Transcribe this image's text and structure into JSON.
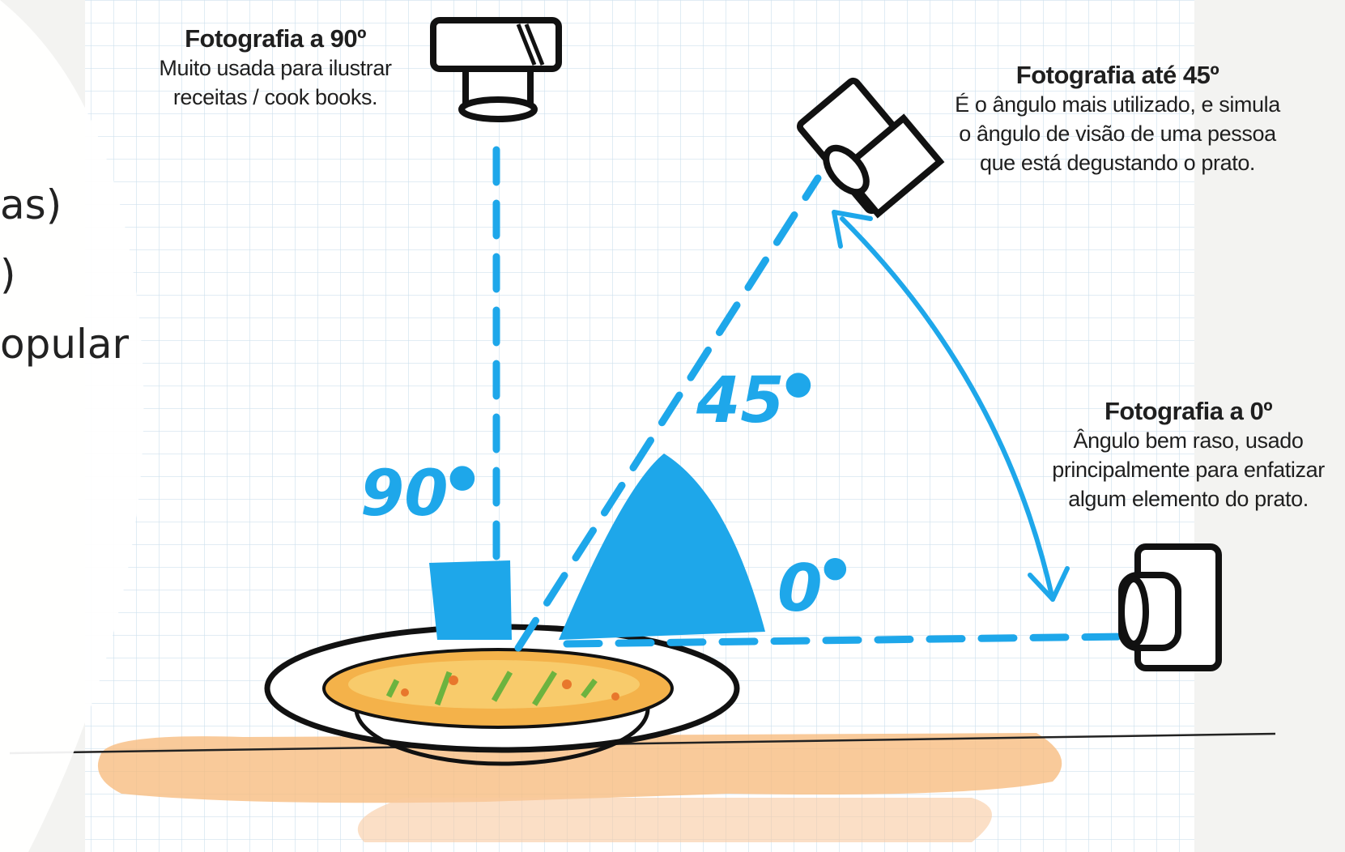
{
  "slide": {
    "fragments": [
      "as)",
      ")",
      "opular"
    ]
  },
  "diagram": {
    "camera_90": {
      "title": "Fotografia a 90º",
      "lines": [
        "Muito usada para ilustrar",
        "receitas / cook books."
      ]
    },
    "camera_45": {
      "title": "Fotografia até 45º",
      "lines": [
        "É o ângulo mais utilizado, e simula",
        "o ângulo de visão de uma pessoa",
        "que está degustando o prato."
      ]
    },
    "camera_0": {
      "title": "Fotografia a 0º",
      "lines": [
        "Ângulo bem raso, usado",
        "principalmente para enfatizar",
        "algum elemento do prato."
      ]
    },
    "angle_labels": {
      "a90": "90",
      "a45": "45",
      "a0": "0"
    },
    "colors": {
      "accent": "#1ea7ea",
      "grid": "#cfe1ee",
      "ink": "#111111",
      "food": "#f4b24a",
      "shadow": "#f7b878"
    }
  }
}
